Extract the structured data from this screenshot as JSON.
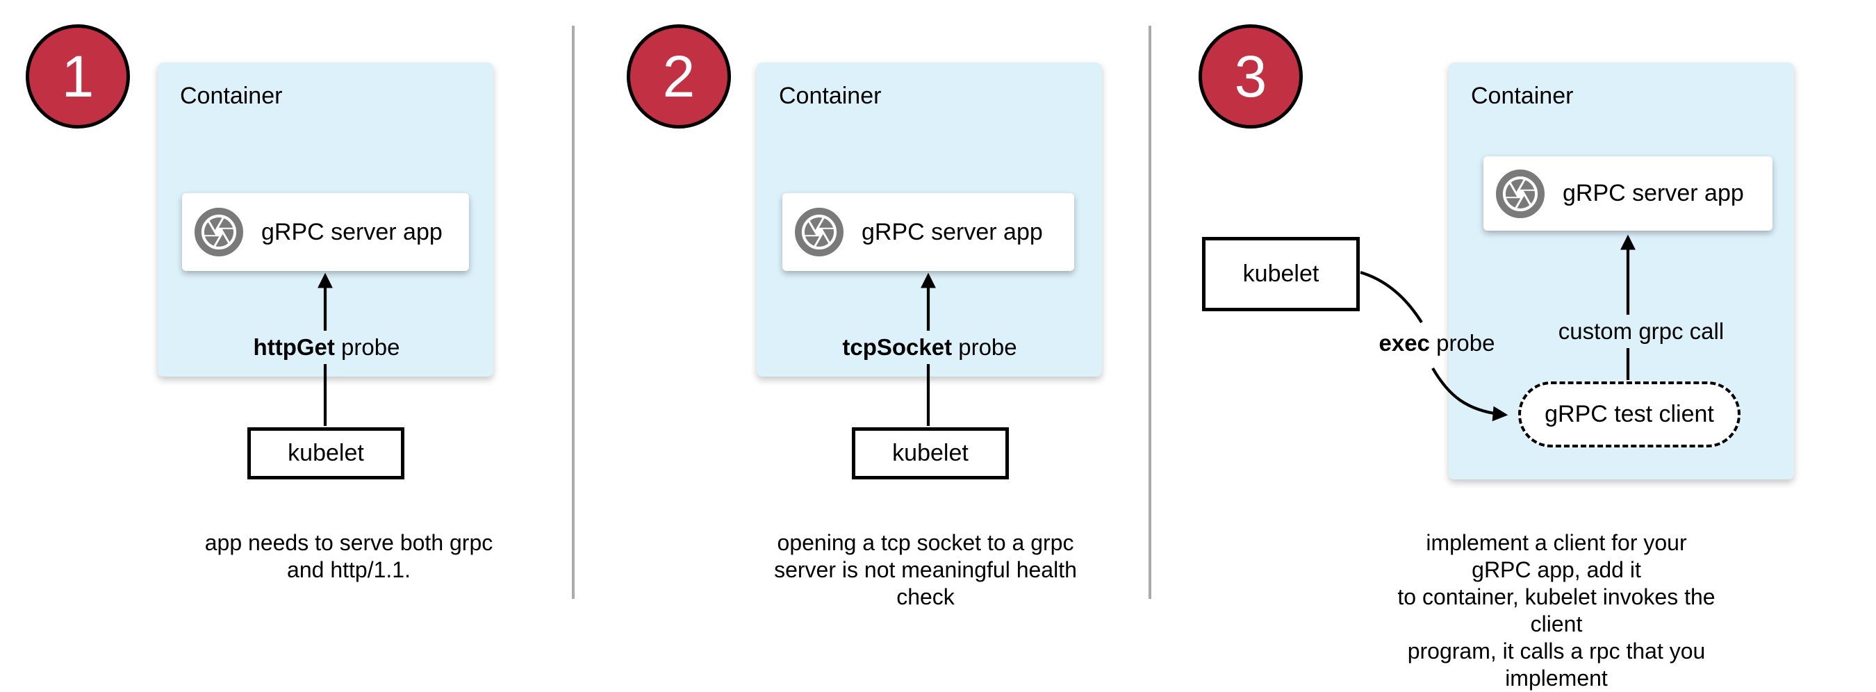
{
  "colors": {
    "badge_red": "#c13043",
    "container_blue": "#ddf1fb",
    "icon_gray": "#7a7a7a",
    "divider_gray": "#ababab",
    "line_black": "#000000"
  },
  "panels": [
    {
      "badge_label": "1",
      "container_label": "Container",
      "server_app_label": "gRPC server app",
      "probe_label_bold": "httpGet",
      "probe_label_rest": " probe",
      "kubelet_label": "kubelet",
      "caption": "app needs to serve both grpc\nand http/1.1."
    },
    {
      "badge_label": "2",
      "container_label": "Container",
      "server_app_label": "gRPC server app",
      "probe_label_bold": "tcpSocket",
      "probe_label_rest": " probe",
      "kubelet_label": "kubelet",
      "caption": "opening a tcp socket to a grpc\nserver is not meaningful health\ncheck"
    },
    {
      "badge_label": "3",
      "container_label": "Container",
      "server_app_label": "gRPC server app",
      "probe_label_bold": "exec",
      "probe_label_rest": " probe",
      "custom_call_label": "custom grpc call",
      "test_client_label": "gRPC test client",
      "kubelet_label": "kubelet",
      "caption": "implement a client for your gRPC app, add it\nto container, kubelet invokes the client\nprogram, it calls a rpc that you implement"
    }
  ]
}
